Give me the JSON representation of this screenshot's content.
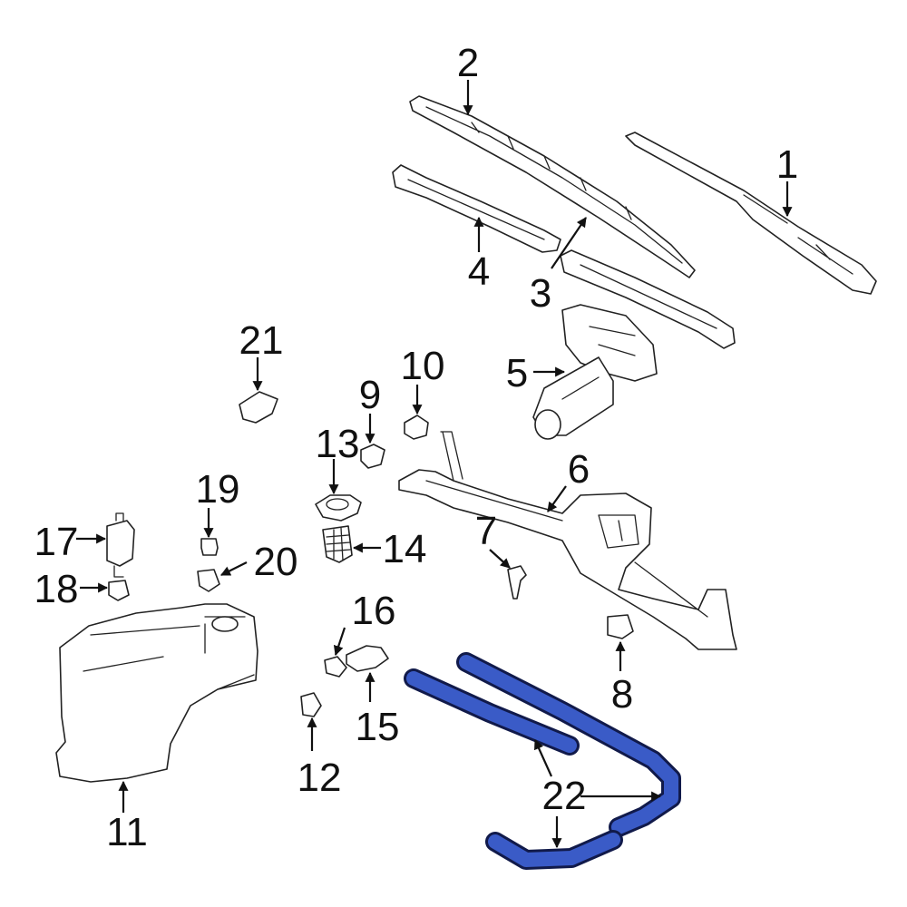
{
  "colors": {
    "background": "#ffffff",
    "line_art": "#222222",
    "highlight_hose_fill": "#3a5bc7",
    "highlight_hose_outline": "#111a4a"
  },
  "callouts": {
    "c1": "1",
    "c2": "2",
    "c3": "3",
    "c4": "4",
    "c5": "5",
    "c6": "6",
    "c7": "7",
    "c8": "8",
    "c9": "9",
    "c10": "10",
    "c11": "11",
    "c12": "12",
    "c13": "13",
    "c14": "14",
    "c15": "15",
    "c16": "16",
    "c17": "17",
    "c18": "18",
    "c19": "19",
    "c20": "20",
    "c21": "21",
    "c22": "22"
  }
}
